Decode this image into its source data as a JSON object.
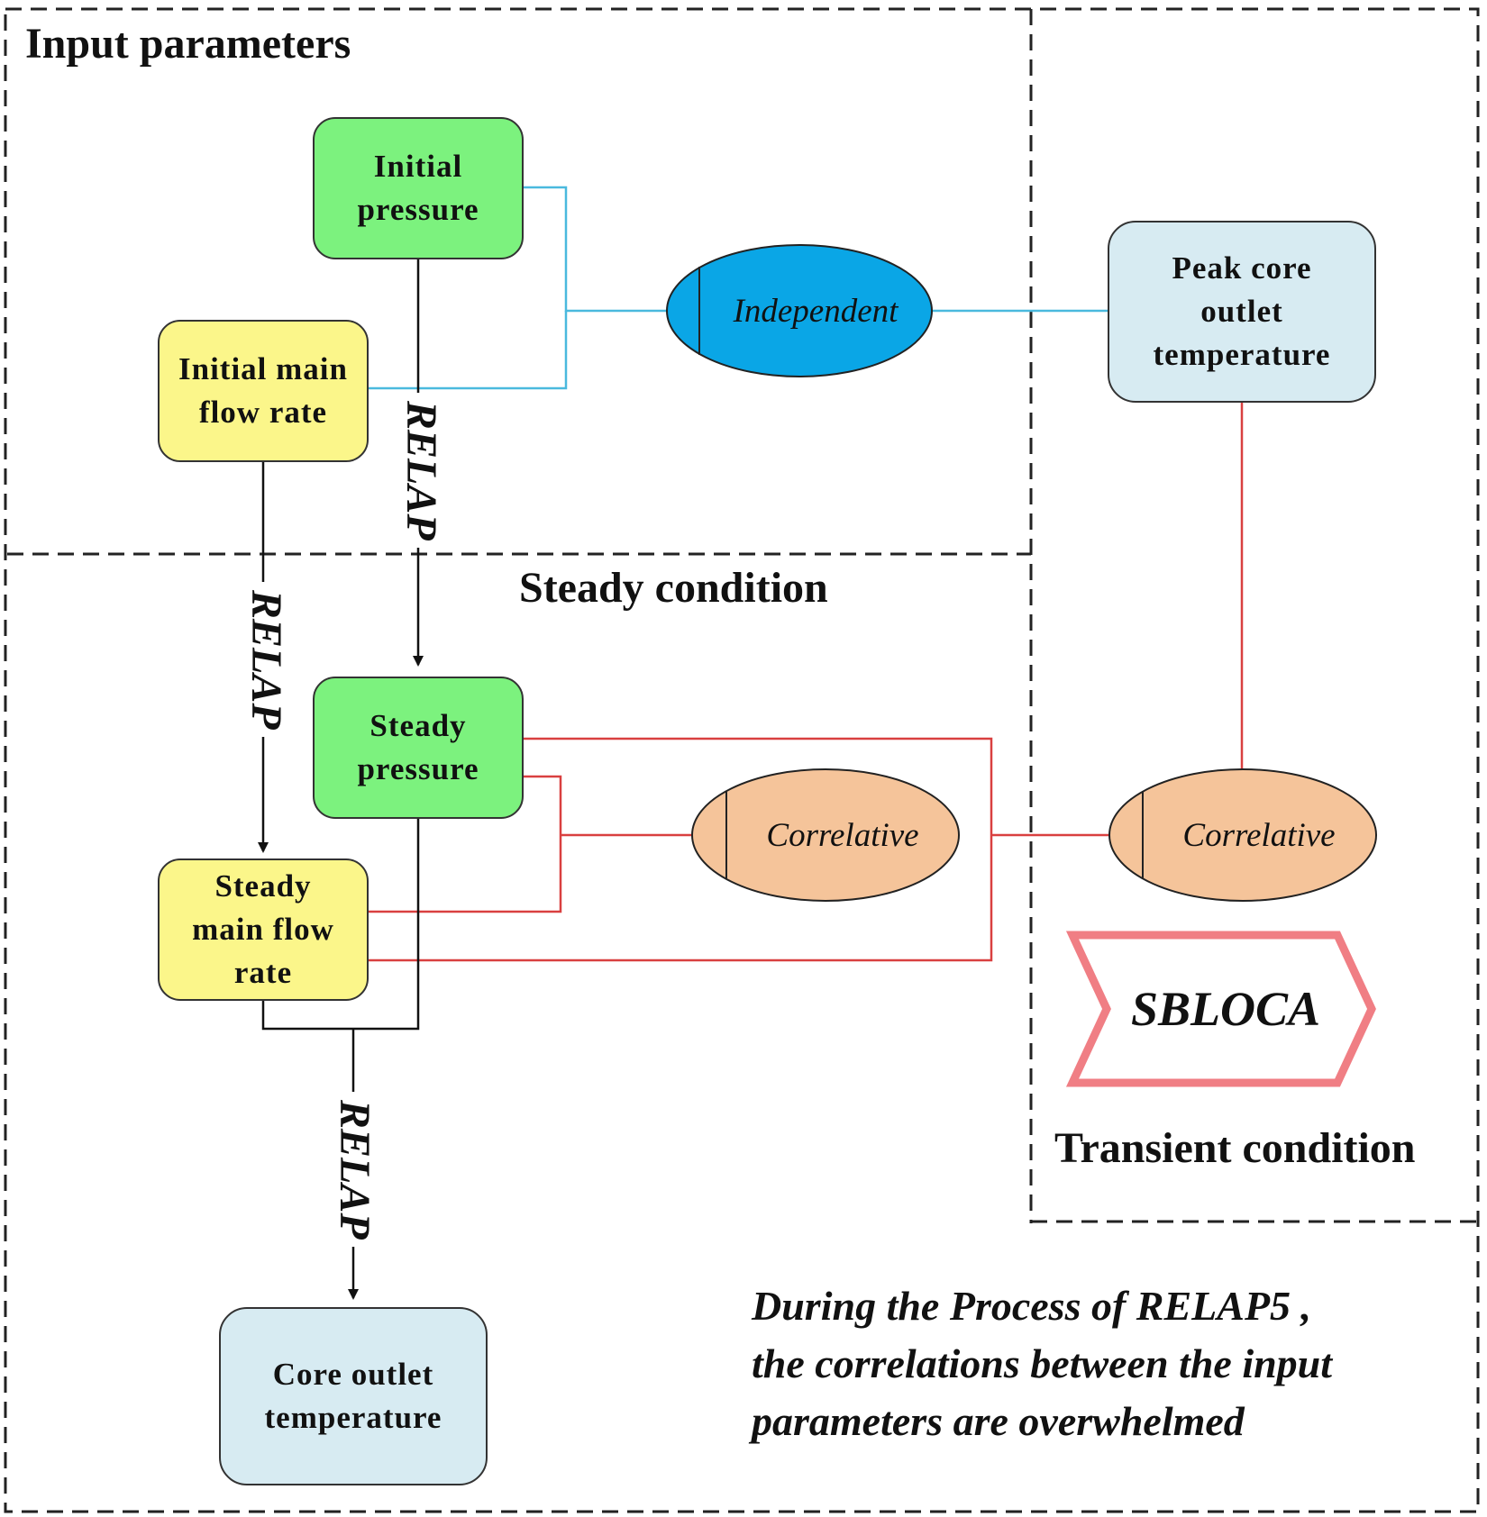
{
  "regions": {
    "input_parameters": "Input parameters",
    "steady_condition": "Steady condition",
    "transient_condition": "Transient condition"
  },
  "nodes": {
    "initial_pressure": "Initial\npressure",
    "initial_main_flow_rate": "Initial main\nflow rate",
    "steady_pressure": "Steady\npressure",
    "steady_main_flow_rate": "Steady\nmain flow\nrate",
    "core_outlet_temperature": "Core outlet\ntemperature",
    "peak_core_outlet_temperature": "Peak core\noutlet\ntemperature"
  },
  "relations": {
    "independent": "Independent",
    "correlative_steady": "Correlative",
    "correlative_transient": "Correlative"
  },
  "arrow_labels": {
    "relap_initial_pressure": "RELAP",
    "relap_initial_flow": "RELAP",
    "relap_core_outlet": "RELAP"
  },
  "scenario": "SBLOCA",
  "note": "During the Process of RELAP5 ,\nthe correlations between the input\nparameters are overwhelmed",
  "colors": {
    "green_box": "#7cf27e",
    "yellow_box": "#fbf68a",
    "blue_box": "#d7ebf2",
    "independent_ellipse": "#0aa6e6",
    "correlative_ellipse": "#f5c49a",
    "blue_line": "#4ab9de",
    "red_line": "#d94040",
    "sbloca_outline": "#f07e84"
  }
}
